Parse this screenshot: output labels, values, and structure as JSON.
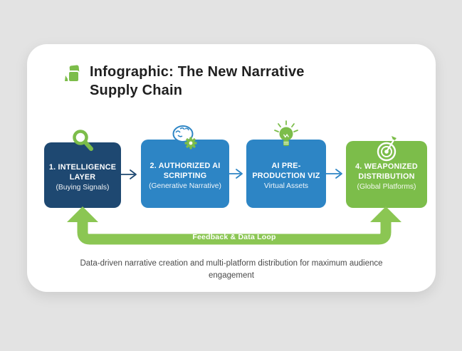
{
  "header": {
    "title": "Infographic: The New Narrative Supply Chain"
  },
  "flow": {
    "boxes": [
      {
        "title": "1. INTELLIGENCE LAYER",
        "subtitle": "(Buying Signals)",
        "icon": "magnifier-icon"
      },
      {
        "title": "2. AUTHORIZED AI SCRIPTING",
        "subtitle": "(Generative Narrative)",
        "icon": "brain-gear-icon"
      },
      {
        "title": "AI PRE-PRODUCTION VIZ",
        "subtitle": "Virtual Assets",
        "icon": "lightbulb-icon"
      },
      {
        "title": "4. WEAPONIZED DISTRIBUTION",
        "subtitle": "(Global Platforms)",
        "icon": "target-icon"
      }
    ],
    "loop_label": "Feedback & Data Loop"
  },
  "caption": "Data-driven narrative creation and multi-platform distribution for maximum audience engagement",
  "colors": {
    "background": "#e3e3e3",
    "card": "#ffffff",
    "navy": "#1e4871",
    "blue": "#2d85c5",
    "green": "#7cbd4a",
    "loop_green": "#8bc653",
    "title_text": "#1f1f1f",
    "caption_text": "#4a4a4a"
  }
}
